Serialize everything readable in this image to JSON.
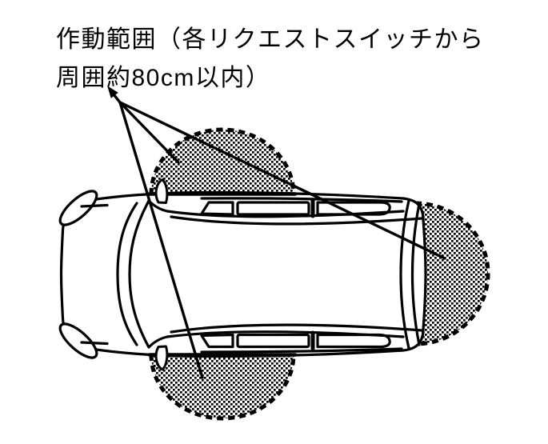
{
  "caption": {
    "line1": "作動範囲（各リクエストスイッチから",
    "line2": "周囲約80cm以内）"
  },
  "diagram": {
    "subject": "car-top-view",
    "zones": [
      "passenger-side-zone",
      "rear-zone",
      "driver-side-zone"
    ],
    "range_value": "80cm",
    "colors": {
      "line": "#000000",
      "background": "#ffffff"
    }
  }
}
